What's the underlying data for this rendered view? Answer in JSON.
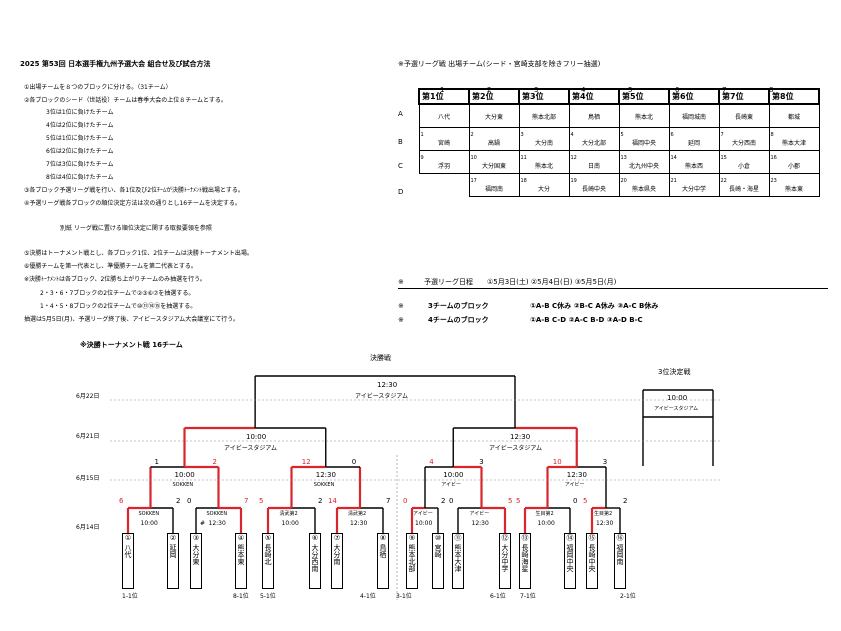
{
  "left": {
    "title": "2025 第53回 日本選手権九州予選大会 組合せ及び試合方法",
    "lines": [
      "①出場チームを８つのブロックに分ける。（31チーム）",
      "②各ブロックのシード（世話役）チームは春季大会の上位８チームとする。",
      "3位は1位に負けたチーム",
      "4位は2位に負けたチーム",
      "5位は1位に負けたチーム",
      "6位は2位に負けたチーム",
      "7位は3位に負けたチーム",
      "8位は4位に負けたチーム",
      "③各ブロック予選リーグ戦を行い、各1位及び2位ﾁｰﾑが決勝ﾄｰﾅﾒﾝﾄ戦出場とする。",
      "④予選リーグ戦各ブロックの順位決定方法は次の通りとし16チームを決定する。",
      "別紙 リーグ戦に置ける順位決定に関する取扱要領を参照",
      "⑤決勝はトーナメント戦とし、各ブロック1位、2位チームは決勝トーナメント出場。",
      "⑥優勝チームを第一代表とし、準優勝チームを第二代表とする。",
      "※決勝ﾄｰﾅﾒﾝﾄは各ブロック、2位勝ち上がりチームのみ抽選を行う。",
      "2・3・6・7ブロックの2位チームで②③⑥⑦を抽選する。",
      "1・4・5・8ブロックの2位チームで⑩⑪⑭⑮を抽選する。",
      "抽選は5月5日(月)、予選リーグ終了後、アイビースタジアム大会議室にて行う。"
    ]
  },
  "prelim": {
    "title": "※予選リーグ戦 出場チーム(シード・宮崎支部を除きフリー抽選)",
    "cols": [
      "1",
      "2",
      "3",
      "4",
      "5",
      "6",
      "7",
      "8"
    ],
    "rows": [
      "A",
      "B",
      "C",
      "D"
    ],
    "heads": [
      "第1位",
      "第2位",
      "第3位",
      "第4位",
      "第5位",
      "第6位",
      "第7位",
      "第8位"
    ],
    "A": [
      "八代",
      "大分東",
      "熊本北部",
      "鳥栖",
      "熊本北",
      "福岡城南",
      "長崎東",
      "都城"
    ],
    "B": [
      [
        "1",
        "宮崎"
      ],
      [
        "2",
        "高鍋"
      ],
      [
        "3",
        "大分南"
      ],
      [
        "4",
        "大分北部"
      ],
      [
        "5",
        "福岡中央"
      ],
      [
        "6",
        "延岡"
      ],
      [
        "7",
        "大分西南"
      ],
      [
        "8",
        "熊本大津"
      ]
    ],
    "C": [
      [
        "9",
        "浮羽"
      ],
      [
        "10",
        "大分国東"
      ],
      [
        "11",
        "熊本北"
      ],
      [
        "12",
        "日南"
      ],
      [
        "13",
        "北九州中央"
      ],
      [
        "14",
        "熊本西"
      ],
      [
        "15",
        "小倉"
      ],
      [
        "16",
        "小郡"
      ]
    ],
    "D": [
      [
        "",
        ""
      ],
      [
        "17",
        "福岡南"
      ],
      [
        "18",
        "大分"
      ],
      [
        "19",
        "長崎中央"
      ],
      [
        "20",
        "熊本県央"
      ],
      [
        "21",
        "大分中学"
      ],
      [
        "22",
        "長崎・海星"
      ],
      [
        "23",
        "熊本東"
      ]
    ]
  },
  "schedule": {
    "mark1": "※",
    "line1": "予選リーグ日程　　①5月3日(土) ②5月4日(日) ③5月5日(月)",
    "mark2": "※",
    "line2a": "3チームのブロック",
    "line2b": "①A-B C休み ②B-C A休み ③A-C B休み",
    "mark3": "※",
    "line3a": "4チームのブロック",
    "line3b": "①A-B C-D ②A-C B-D ③A-D B-C"
  },
  "bracket": {
    "title": "※決勝トーナメント戦 16チーム",
    "final_label": "決勝戦",
    "third_label": "3位決定戦",
    "dates": [
      "6月22日",
      "6月21日",
      "6月15日",
      "6月14日"
    ],
    "final_time": "12:30",
    "final_venue": "アイビースタジアム",
    "third_time": "10:00",
    "third_venue": "アイビースタジアム",
    "semi_left_time": "10:00",
    "semi_left_venue": "アイビースタジアム",
    "semi_right_time": "12:30",
    "semi_right_venue": "アイビースタジアム",
    "semi_scores": [
      "1",
      "2",
      "12",
      "0",
      "4",
      "3",
      "10",
      "3"
    ],
    "qf": [
      {
        "time": "10:00",
        "venue": "SOKKEN"
      },
      {
        "time": "12:30",
        "venue": "SOKKEN"
      },
      {
        "time": "10:00",
        "venue": "アイビー"
      },
      {
        "time": "12:30",
        "venue": "アイビー"
      }
    ],
    "r1": [
      {
        "venue": "SOKKEN",
        "time": "10:00"
      },
      {
        "venue": "SOKKEN",
        "time": "12:30"
      },
      {
        "venue": "清武第2",
        "time": "10:00"
      },
      {
        "venue": "清武第2",
        "time": "12:30"
      },
      {
        "venue": "アイビー",
        "time": "10:00"
      },
      {
        "venue": "アイビー",
        "time": "12:30"
      },
      {
        "venue": "生目第2",
        "time": "10:00"
      },
      {
        "venue": "生目第2",
        "time": "12:30"
      }
    ],
    "r1_scores": [
      "6",
      "2",
      "0",
      "7",
      "5",
      "2",
      "14",
      "7",
      "0",
      "2",
      "0",
      "5",
      "5",
      "0",
      "5",
      "2"
    ],
    "hash": "#",
    "teams": [
      {
        "n": "①",
        "name": "八代"
      },
      {
        "n": "②",
        "name": "延岡"
      },
      {
        "n": "③",
        "name": "大分東"
      },
      {
        "n": "④",
        "name": "熊本東"
      },
      {
        "n": "⑤",
        "name": "長崎北"
      },
      {
        "n": "⑥",
        "name": "大分西南"
      },
      {
        "n": "⑦",
        "name": "大分南"
      },
      {
        "n": "⑧",
        "name": "鳥栖"
      },
      {
        "n": "⑨",
        "name": "熊本北部"
      },
      {
        "n": "⑩",
        "name": "宮崎"
      },
      {
        "n": "⑪",
        "name": "熊本大津"
      },
      {
        "n": "⑫",
        "name": "大分中学"
      },
      {
        "n": "⑬",
        "name": "長崎海星"
      },
      {
        "n": "⑭",
        "name": "福岡中央"
      },
      {
        "n": "⑮",
        "name": "長崎中央"
      },
      {
        "n": "⑯",
        "name": "福岡南"
      }
    ],
    "seeds": [
      "1-1位",
      "8-1位",
      "5-1位",
      "4-1位",
      "3-1位",
      "6-1位",
      "7-1位",
      "2-1位"
    ]
  }
}
